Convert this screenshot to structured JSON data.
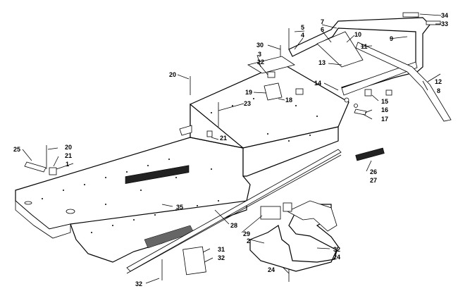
{
  "diagram": {
    "callouts": [
      {
        "id": "c1",
        "text": "1"
      },
      {
        "id": "c2",
        "text": "2"
      },
      {
        "id": "c3",
        "text": "3"
      },
      {
        "id": "c4",
        "text": "4"
      },
      {
        "id": "c5",
        "text": "5"
      },
      {
        "id": "c6",
        "text": "6"
      },
      {
        "id": "c7",
        "text": "7"
      },
      {
        "id": "c8",
        "text": "8"
      },
      {
        "id": "c9",
        "text": "9"
      },
      {
        "id": "c10",
        "text": "10"
      },
      {
        "id": "c11",
        "text": "11"
      },
      {
        "id": "c12",
        "text": "12"
      },
      {
        "id": "c13",
        "text": "13"
      },
      {
        "id": "c14",
        "text": "14"
      },
      {
        "id": "c15",
        "text": "15"
      },
      {
        "id": "c16",
        "text": "16"
      },
      {
        "id": "c17",
        "text": "17"
      },
      {
        "id": "c18",
        "text": "18"
      },
      {
        "id": "c19",
        "text": "19"
      },
      {
        "id": "c20a",
        "text": "20"
      },
      {
        "id": "c20b",
        "text": "20"
      },
      {
        "id": "c21a",
        "text": "21"
      },
      {
        "id": "c21b",
        "text": "21"
      },
      {
        "id": "c22",
        "text": "22"
      },
      {
        "id": "c23",
        "text": "23"
      },
      {
        "id": "c24a",
        "text": "24"
      },
      {
        "id": "c24b",
        "text": "24"
      },
      {
        "id": "c25",
        "text": "25"
      },
      {
        "id": "c26",
        "text": "26"
      },
      {
        "id": "c27",
        "text": "27"
      },
      {
        "id": "c28",
        "text": "28"
      },
      {
        "id": "c29",
        "text": "29"
      },
      {
        "id": "c30",
        "text": "30"
      },
      {
        "id": "c31",
        "text": "31"
      },
      {
        "id": "c32a",
        "text": "32"
      },
      {
        "id": "c32b",
        "text": "32"
      },
      {
        "id": "c32c",
        "text": "32"
      },
      {
        "id": "c33",
        "text": "33"
      },
      {
        "id": "c34",
        "text": "34"
      },
      {
        "id": "c35",
        "text": "35"
      }
    ]
  }
}
